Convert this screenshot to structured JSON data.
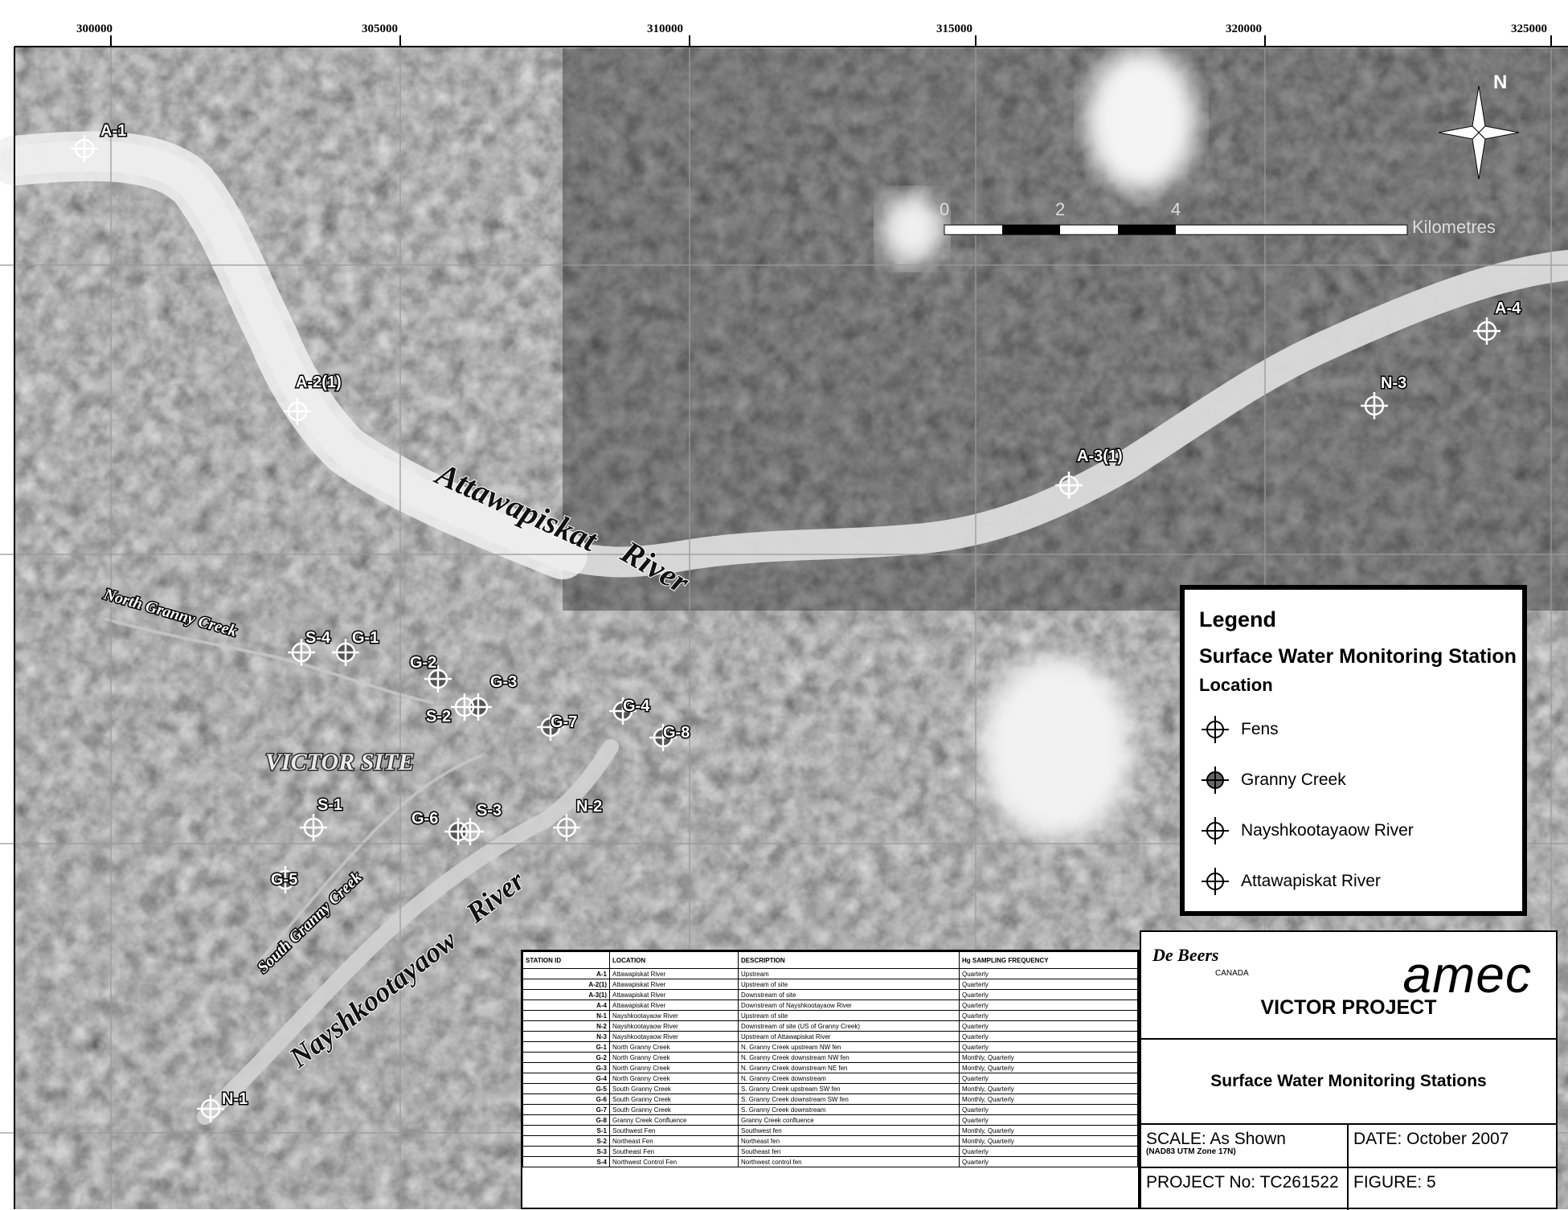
{
  "map": {
    "easting_labels": [
      "300000",
      "305000",
      "310000",
      "315000",
      "320000",
      "325000"
    ],
    "north_arrow_label": "N",
    "scale_labels": [
      "0",
      "2",
      "4"
    ],
    "scale_unit": "Kilometres",
    "river_labels": {
      "attawapiskat": [
        "Attawapiskat",
        "River"
      ],
      "nayshkootayaow": [
        "Nayshkootayaow",
        "River"
      ]
    },
    "creek_labels": {
      "north_granny": "North Granny Creek",
      "south_granny": "South Granny Creek"
    },
    "site_label": "VICTOR SITE",
    "stations": [
      {
        "id": "A-1",
        "type": "fens"
      },
      {
        "id": "A-2(1)",
        "type": "fens"
      },
      {
        "id": "A-3(1)",
        "type": "fens"
      },
      {
        "id": "A-4",
        "type": "fens"
      },
      {
        "id": "N-3",
        "type": "fens"
      },
      {
        "id": "S-4",
        "type": "fens"
      },
      {
        "id": "G-1",
        "type": "granny"
      },
      {
        "id": "G-2",
        "type": "granny"
      },
      {
        "id": "G-3",
        "type": "granny"
      },
      {
        "id": "S-2",
        "type": "fens"
      },
      {
        "id": "G-7",
        "type": "granny"
      },
      {
        "id": "G-4",
        "type": "granny"
      },
      {
        "id": "G-8",
        "type": "granny"
      },
      {
        "id": "S-1",
        "type": "fens"
      },
      {
        "id": "G-6",
        "type": "granny"
      },
      {
        "id": "S-3",
        "type": "fens"
      },
      {
        "id": "N-2",
        "type": "fens"
      },
      {
        "id": "G-5",
        "type": "granny"
      },
      {
        "id": "N-1",
        "type": "fens"
      }
    ]
  },
  "legend": {
    "title": "Legend",
    "subtitle1": "Surface Water Monitoring Station",
    "subtitle2": "Location",
    "items": [
      {
        "label": "Fens",
        "symbol": "crosshair"
      },
      {
        "label": "Granny Creek",
        "symbol": "crosshair-filled"
      },
      {
        "label": "Nayshkootayaow River",
        "symbol": "crosshair"
      },
      {
        "label": "Attawapiskat River",
        "symbol": "crosshair"
      }
    ]
  },
  "title_block": {
    "client_logo": "De Beers",
    "client_logo_sub": "CANADA",
    "consultant_logo": "amec",
    "project": "VICTOR PROJECT",
    "subtitle": "Surface Water Monitoring Stations",
    "scale": "SCALE: As Shown",
    "datum": "(NAD83 UTM Zone 17N)",
    "date": "DATE: October 2007",
    "project_no": "PROJECT No: TC261522",
    "figure": "FIGURE: 5"
  },
  "station_table": {
    "headers": [
      "STATION ID",
      "LOCATION",
      "DESCRIPTION",
      "Hg SAMPLING FREQUENCY"
    ],
    "rows": [
      [
        "A-1",
        "Attawapiskat River",
        "Upstream",
        "Quarterly"
      ],
      [
        "A-2(1)",
        "Attawapiskat River",
        "Upstream of site",
        "Quarterly"
      ],
      [
        "A-3(1)",
        "Attawapiskat River",
        "Downstream of site",
        "Quarterly"
      ],
      [
        "A-4",
        "Attawapiskat River",
        "Downstream of Nayshkootayaow River",
        "Quarterly"
      ],
      [
        "N-1",
        "Nayshkootayaow River",
        "Upstream of site",
        "Quarterly"
      ],
      [
        "N-2",
        "Nayshkootayaow River",
        "Downstream of site (US of Granny Creek)",
        "Quarterly"
      ],
      [
        "N-3",
        "Nayshkootayaow River",
        "Upstream of Attawapiskat River",
        "Quarterly"
      ],
      [
        "G-1",
        "North Granny Creek",
        "N. Granny Creek upstream NW fen",
        "Quarterly"
      ],
      [
        "G-2",
        "North Granny Creek",
        "N. Granny Creek downstream NW fen",
        "Monthly, Quarterly"
      ],
      [
        "G-3",
        "North Granny Creek",
        "N. Granny Creek downstream NE fen",
        "Monthly, Quarterly"
      ],
      [
        "G-4",
        "North Granny Creek",
        "N. Granny Creek downstream",
        "Quarterly"
      ],
      [
        "G-5",
        "South Granny Creek",
        "S. Granny Creek upstream SW fen",
        "Monthly, Quarterly"
      ],
      [
        "G-6",
        "South Granny Creek",
        "S. Granny Creek downstream SW fen",
        "Monthly, Quarterly"
      ],
      [
        "G-7",
        "South Granny Creek",
        "S. Granny Creek downstream",
        "Quarterly"
      ],
      [
        "G-8",
        "Granny Creek Confluence",
        "Granny Creek confluence",
        "Quarterly"
      ],
      [
        "S-1",
        "Southwest Fen",
        "Southwest fen",
        "Monthly, Quarterly"
      ],
      [
        "S-2",
        "Northeast Fen",
        "Northeast fen",
        "Monthly, Quarterly"
      ],
      [
        "S-3",
        "Southeast Fen",
        "Southeast fen",
        "Quarterly"
      ],
      [
        "S-4",
        "Northwest Control Fen",
        "Northwest control fen",
        "Quarterly"
      ]
    ]
  },
  "colors": {
    "land_dark": "#2a2a2a",
    "land_mid": "#6e6e6e",
    "land_light": "#a8a8a8",
    "river": "#e6e6e6",
    "cloud": "#f2f2f2",
    "grid": "#9a9a9a",
    "ink": "#000000"
  }
}
